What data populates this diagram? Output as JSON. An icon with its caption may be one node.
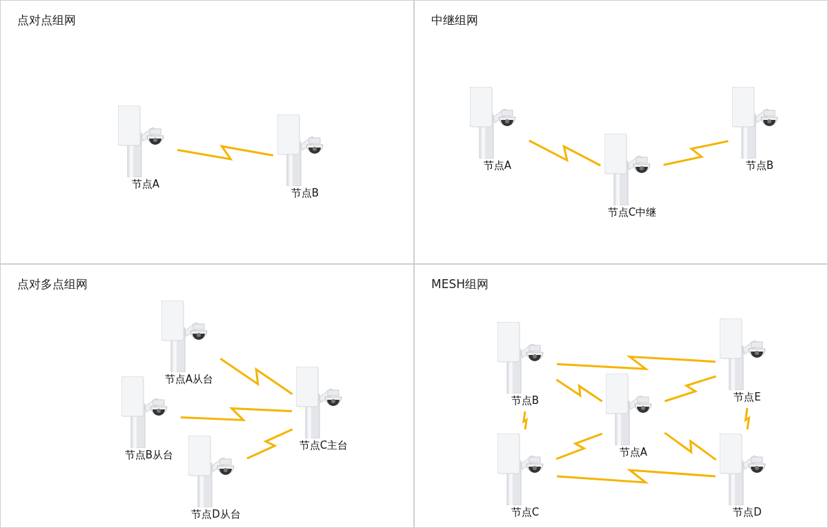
{
  "diagram": {
    "nodes": [
      {
        "text": [
          "点对点组网"
        ]
      },
      {
        "text": [
          "节点A"
        ],
        "in": 0
      },
      {
        "text": [
          "节点B"
        ],
        "in": 0
      },
      {
        "text": [
          "中继组网"
        ]
      },
      {
        "text": [
          "节点A"
        ],
        "in": 3
      },
      {
        "text": [
          "节点C中继"
        ],
        "in": 3
      },
      {
        "text": [
          "节点B"
        ],
        "in": 3
      },
      {
        "text": [
          "点对多点组网"
        ]
      },
      {
        "text": [
          "节点A从台"
        ],
        "in": 7
      },
      {
        "text": [
          "节点B从台"
        ],
        "in": 7
      },
      {
        "text": [
          "节点D从台"
        ],
        "in": 7
      },
      {
        "text": [
          "节点C主台"
        ],
        "in": 7
      },
      {
        "text": [
          "MESH组网"
        ]
      },
      {
        "text": [
          "节点B"
        ],
        "in": 12
      },
      {
        "text": [
          "节点E"
        ],
        "in": 12
      },
      {
        "text": [
          "节点A"
        ],
        "in": 12
      },
      {
        "text": [
          "节点C"
        ],
        "in": 12
      },
      {
        "text": [
          "节点D"
        ],
        "in": 12
      }
    ],
    "edges": [
      {
        "from": 1,
        "to": 2,
        "arrow": "none"
      },
      {
        "from": 4,
        "to": 5,
        "arrow": "none"
      },
      {
        "from": 5,
        "to": 6,
        "arrow": "none"
      },
      {
        "from": 8,
        "to": 11,
        "arrow": "none"
      },
      {
        "from": 9,
        "to": 11,
        "arrow": "none"
      },
      {
        "from": 10,
        "to": 11,
        "arrow": "none"
      },
      {
        "from": 13,
        "to": 14,
        "arrow": "none"
      },
      {
        "from": 13,
        "to": 15,
        "arrow": "none"
      },
      {
        "from": 15,
        "to": 14,
        "arrow": "none"
      },
      {
        "from": 13,
        "to": 16,
        "arrow": "none"
      },
      {
        "from": 14,
        "to": 17,
        "arrow": "none"
      },
      {
        "from": 16,
        "to": 15,
        "arrow": "none"
      },
      {
        "from": 15,
        "to": 17,
        "arrow": "none"
      },
      {
        "from": 16,
        "to": 17,
        "arrow": "none"
      }
    ]
  }
}
